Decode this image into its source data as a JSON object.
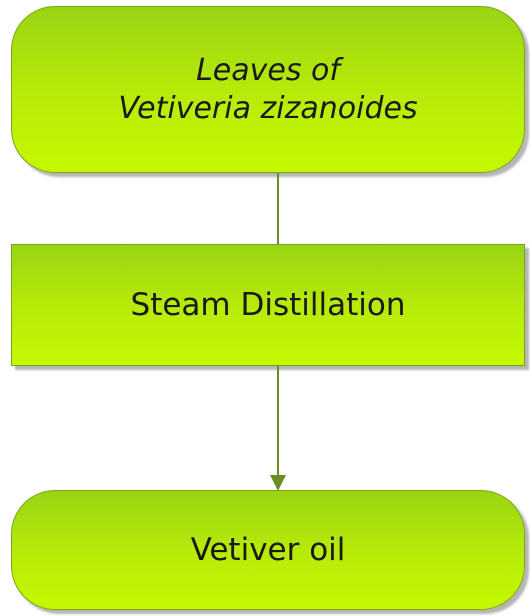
{
  "flowchart": {
    "steps": [
      {
        "lines": [
          "Leaves of",
          "Vetiveria zizanoides"
        ]
      },
      {
        "label": "Steam Distillation"
      },
      {
        "label": "Vetiver oil"
      }
    ]
  },
  "colors": {
    "box_top": "#9ad413",
    "box_bottom": "#c4f800",
    "border": "#7aa51a",
    "arrow": "#6b8e23",
    "text": "#1a1a1a"
  }
}
